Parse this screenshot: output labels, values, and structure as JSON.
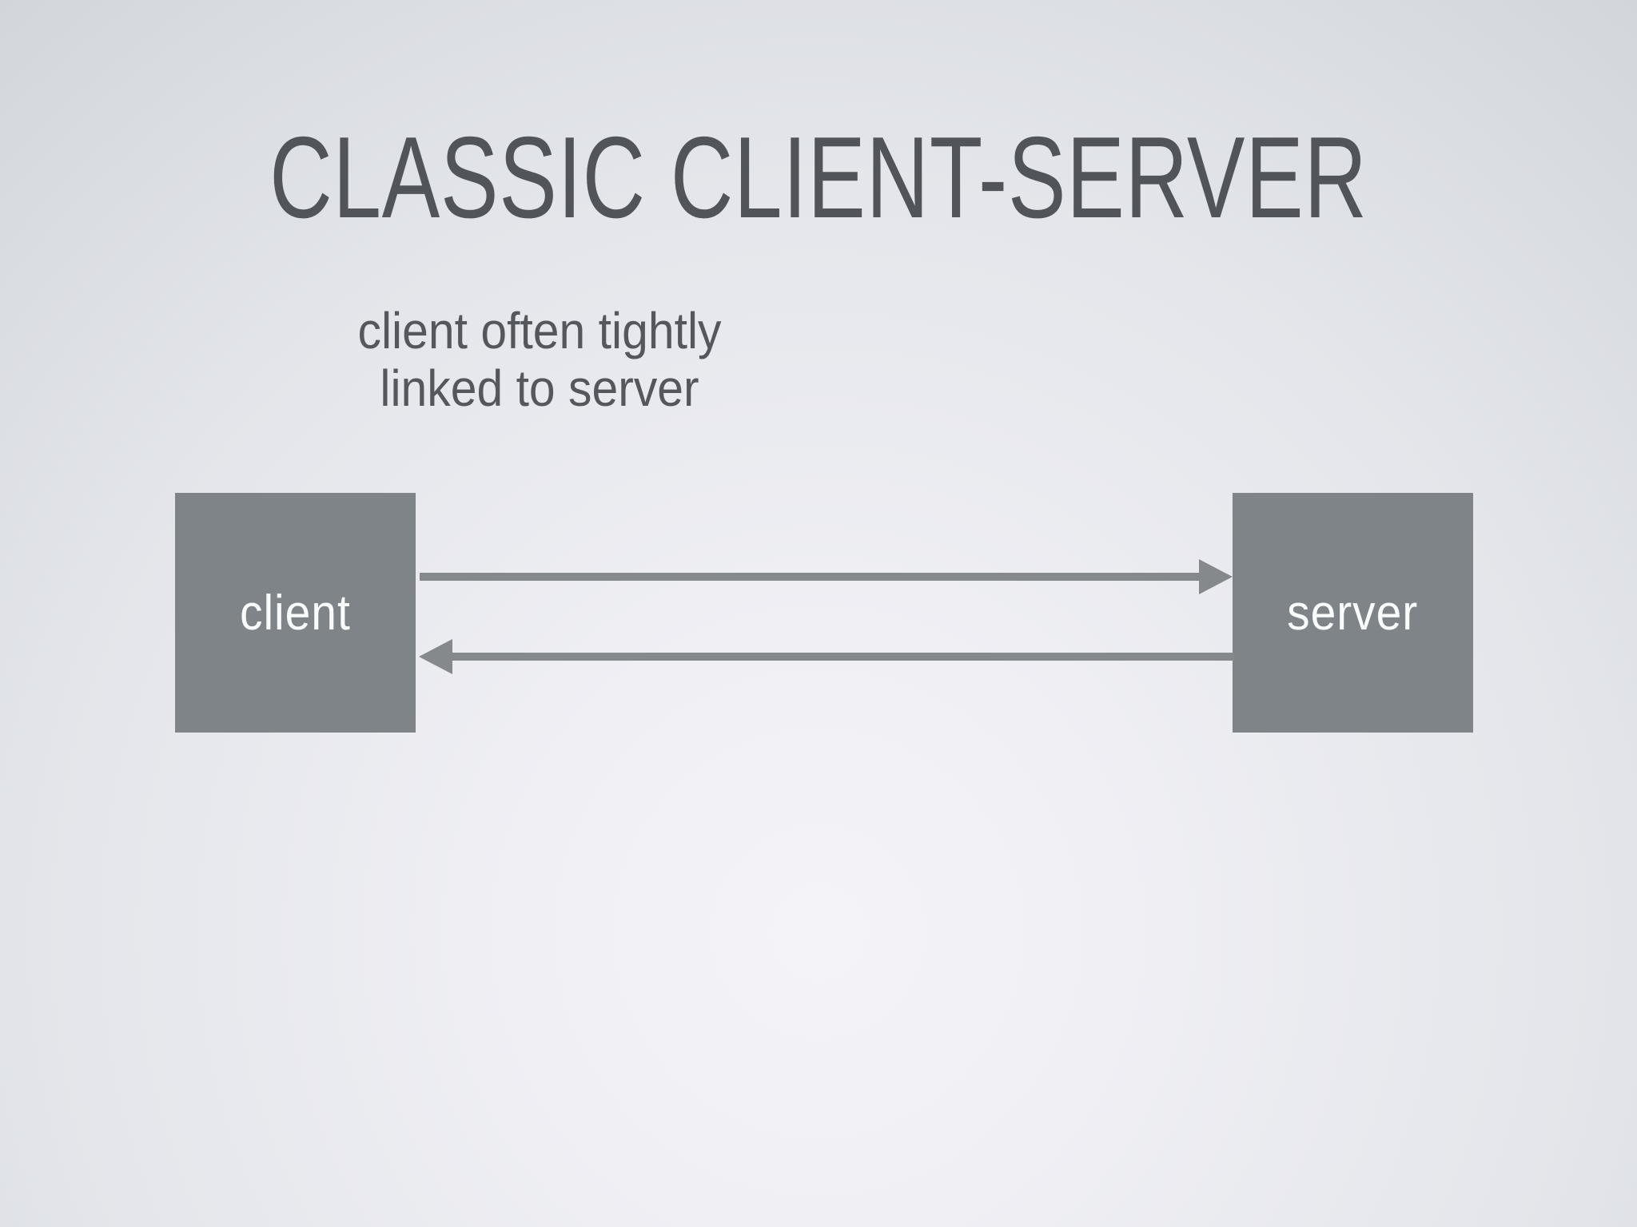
{
  "slide": {
    "title": "CLASSIC CLIENT-SERVER",
    "subtitle": {
      "line1": "client often tightly",
      "line2": "linked to server"
    }
  },
  "diagram": {
    "nodes": [
      {
        "id": "client",
        "label": "client"
      },
      {
        "id": "server",
        "label": "server"
      }
    ],
    "edges": [
      {
        "from": "client",
        "to": "server",
        "direction": "left-to-right"
      },
      {
        "from": "server",
        "to": "client",
        "direction": "right-to-left"
      }
    ]
  },
  "colors": {
    "background_center": "#f3f3f8",
    "background_edge": "#d2d6db",
    "node_fill": "#7e8487",
    "node_text": "#fafbfb",
    "arrow": "#85898c",
    "title_text": "#51555a",
    "subtitle_text": "#54585d"
  }
}
